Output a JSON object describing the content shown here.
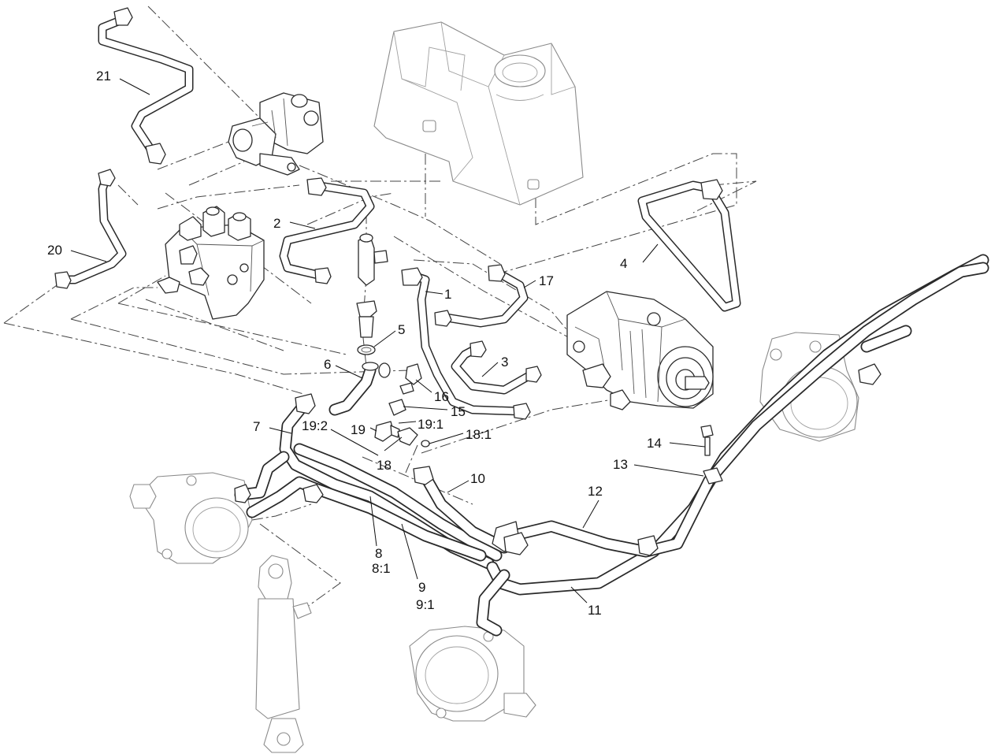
{
  "diagram": {
    "callouts": [
      {
        "id": "c1",
        "text": "1"
      },
      {
        "id": "c2",
        "text": "2"
      },
      {
        "id": "c3",
        "text": "3"
      },
      {
        "id": "c4",
        "text": "4"
      },
      {
        "id": "c5",
        "text": "5"
      },
      {
        "id": "c6",
        "text": "6"
      },
      {
        "id": "c7",
        "text": "7"
      },
      {
        "id": "c8",
        "text": "8"
      },
      {
        "id": "c8_1",
        "text": "8:1"
      },
      {
        "id": "c9",
        "text": "9"
      },
      {
        "id": "c9_1",
        "text": "9:1"
      },
      {
        "id": "c10",
        "text": "10"
      },
      {
        "id": "c11",
        "text": "11"
      },
      {
        "id": "c12",
        "text": "12"
      },
      {
        "id": "c13",
        "text": "13"
      },
      {
        "id": "c14",
        "text": "14"
      },
      {
        "id": "c15",
        "text": "15"
      },
      {
        "id": "c16",
        "text": "16"
      },
      {
        "id": "c17",
        "text": "17"
      },
      {
        "id": "c18",
        "text": "18"
      },
      {
        "id": "c18_1",
        "text": "18:1"
      },
      {
        "id": "c19",
        "text": "19"
      },
      {
        "id": "c19_1",
        "text": "19:1"
      },
      {
        "id": "c19_2",
        "text": "19:2"
      },
      {
        "id": "c20",
        "text": "20"
      },
      {
        "id": "c21",
        "text": "21"
      }
    ]
  }
}
